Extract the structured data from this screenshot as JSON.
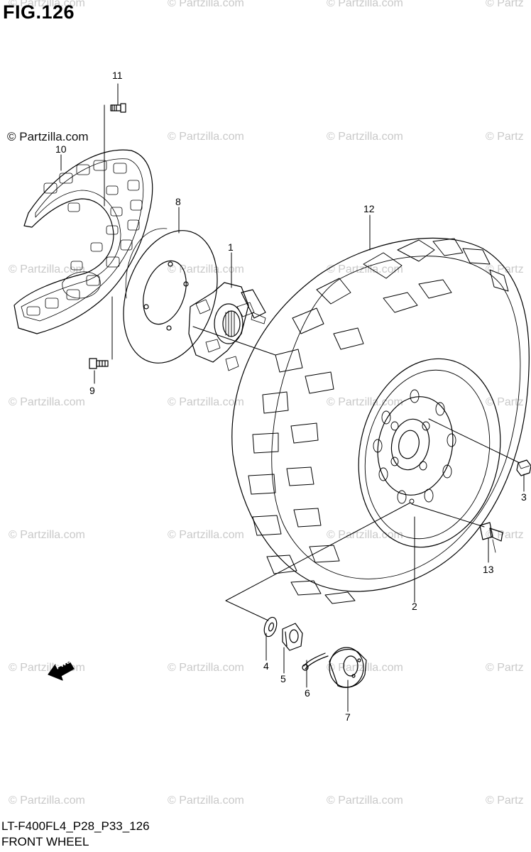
{
  "figure": {
    "title": "FIG.126",
    "model_code": "LT-F400FL4_P28_P33_126",
    "section_name": "FRONT WHEEL"
  },
  "copyright": "© Partzilla.com",
  "watermark_text": "© Partzilla.com",
  "watermark_clipped": "© Partz",
  "fwd_label": "FWD",
  "callouts": [
    {
      "id": "1"
    },
    {
      "id": "2"
    },
    {
      "id": "3"
    },
    {
      "id": "4"
    },
    {
      "id": "5"
    },
    {
      "id": "6"
    },
    {
      "id": "7"
    },
    {
      "id": "8"
    },
    {
      "id": "9"
    },
    {
      "id": "10"
    },
    {
      "id": "11"
    },
    {
      "id": "12"
    },
    {
      "id": "13"
    }
  ],
  "colors": {
    "line": "#000000",
    "watermark": "#c9c9c9",
    "background": "#ffffff"
  }
}
